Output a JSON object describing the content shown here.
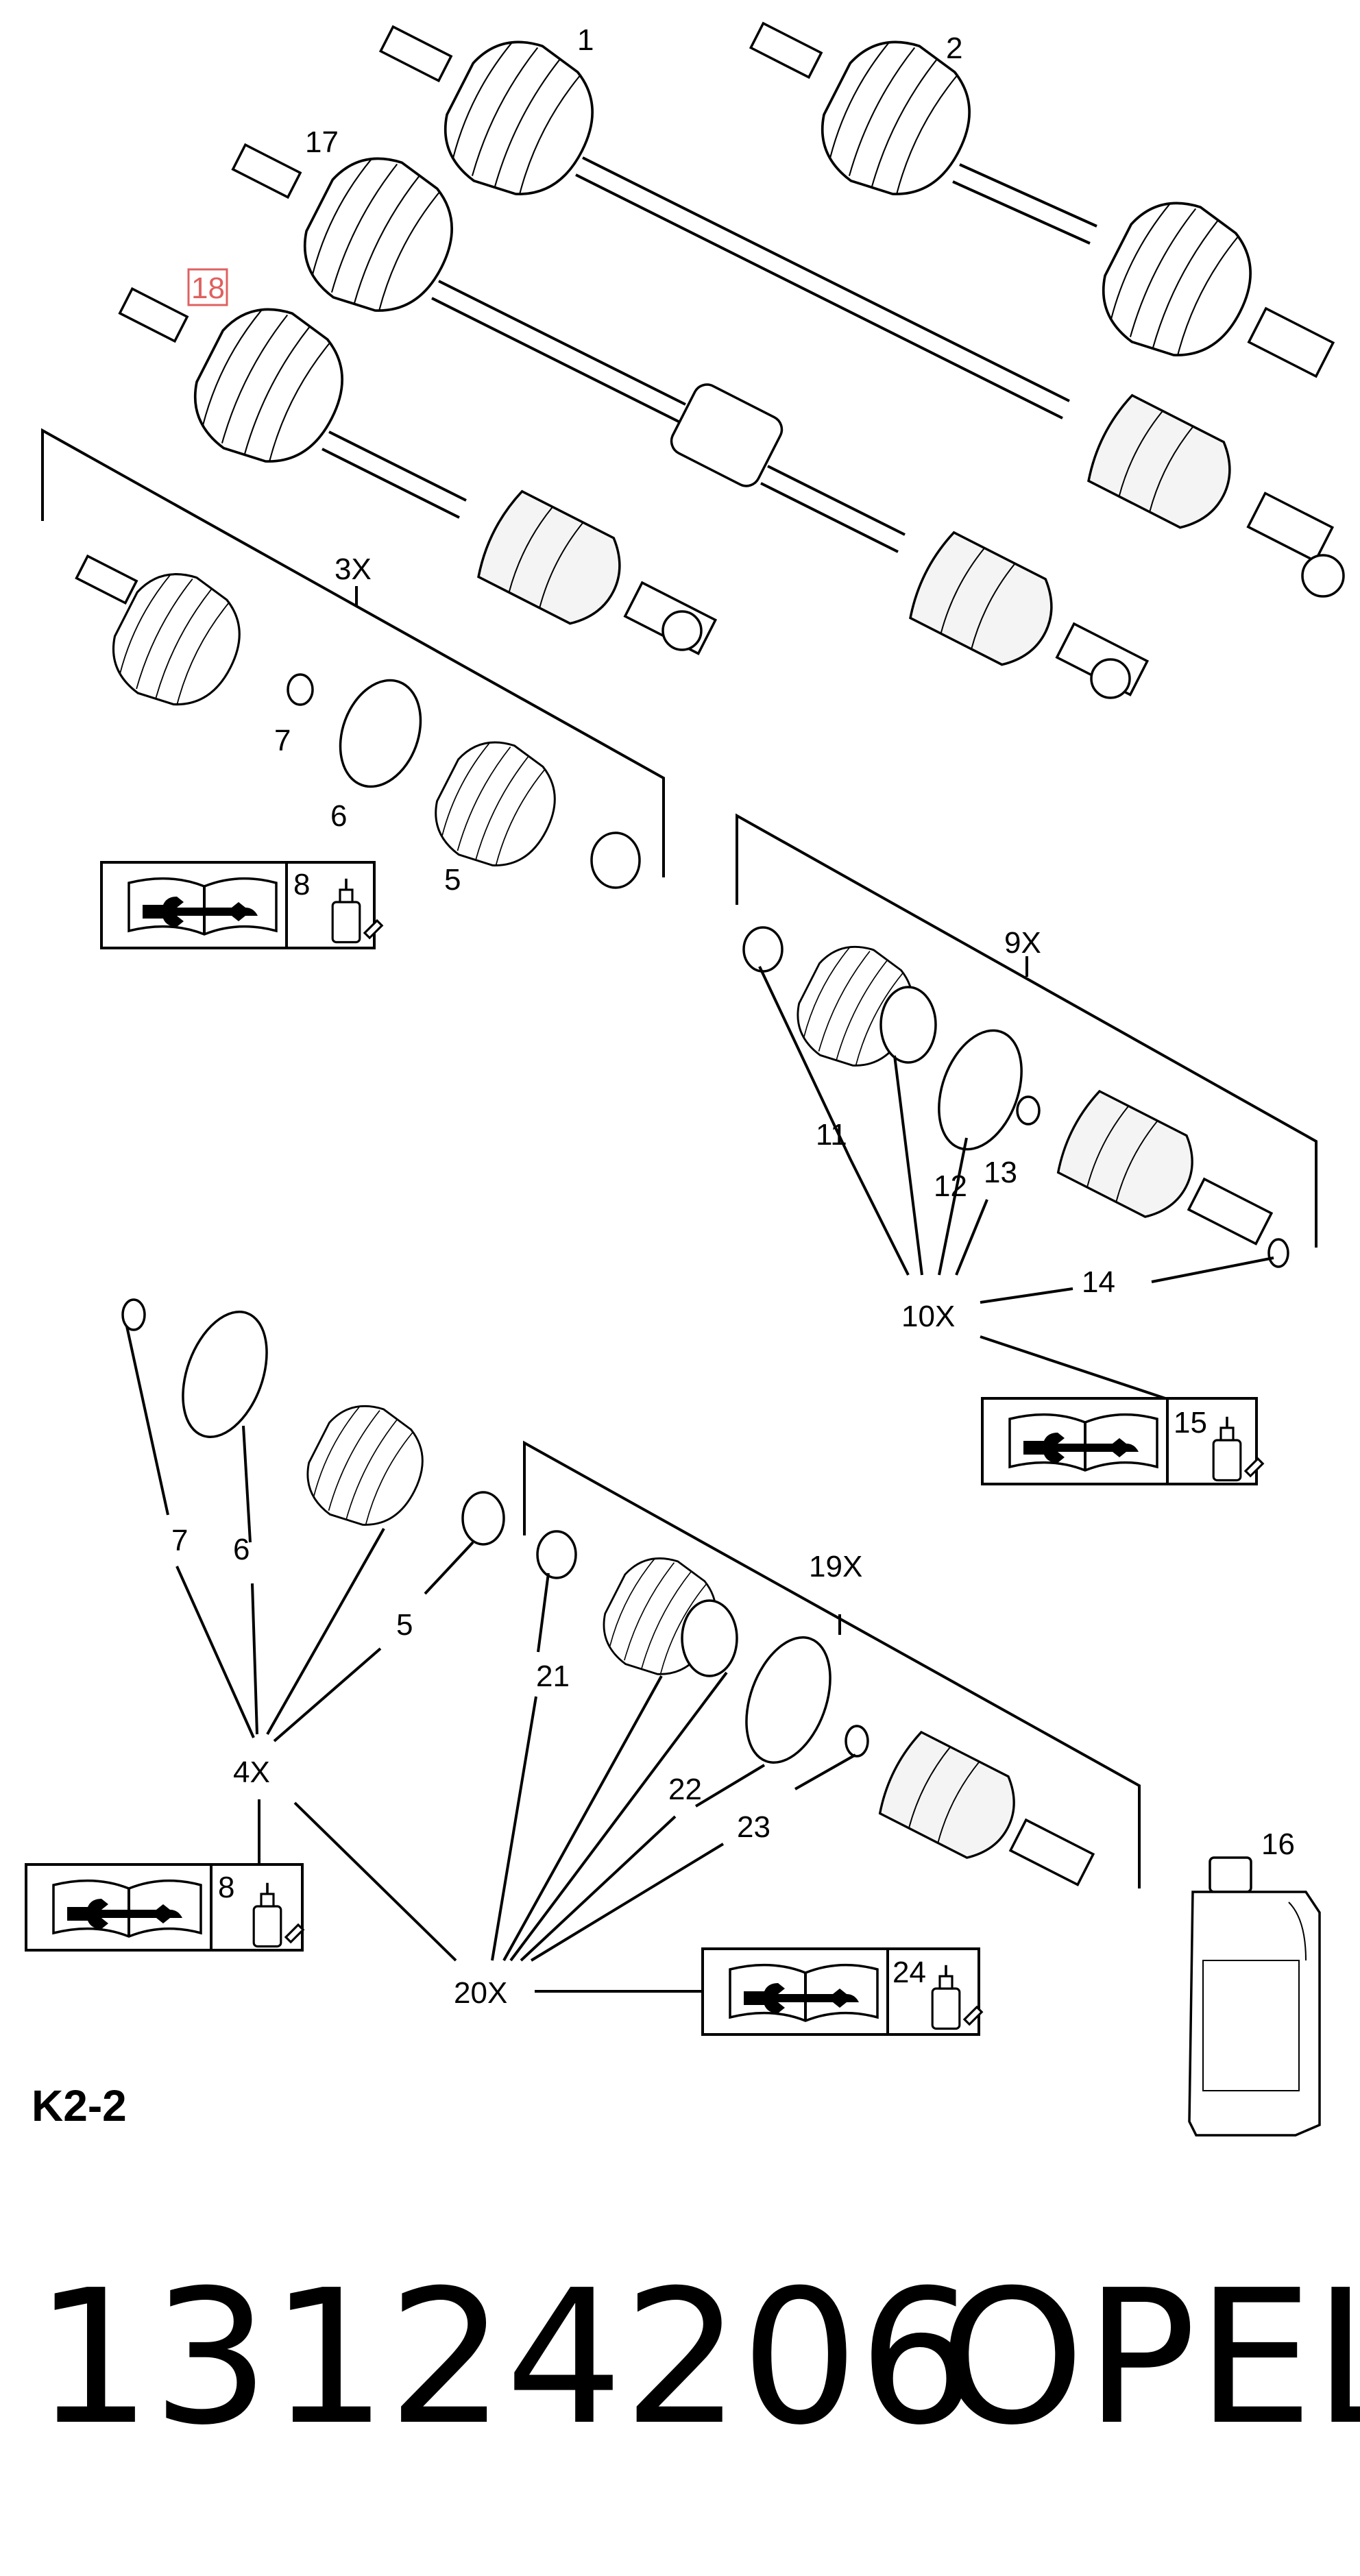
{
  "diagram": {
    "callouts": {
      "c1": "1",
      "c2": "2",
      "c17": "17",
      "c18": "18",
      "c3x": "3X",
      "c7a": "7",
      "c6a": "6",
      "c5a": "5",
      "c8a": "8",
      "c9x": "9X",
      "c11": "11",
      "c12": "12",
      "c13": "13",
      "c14": "14",
      "c10x": "10X",
      "c15": "15",
      "c7b": "7",
      "c6b": "6",
      "c5b": "5",
      "c4x": "4X",
      "c8b": "8",
      "c19x": "19X",
      "c21": "21",
      "c22": "22",
      "c23": "23",
      "c20x": "20X",
      "c24": "24",
      "c16": "16"
    },
    "highlight_color": "#e06060",
    "icons": {
      "manual": "service-manual-wrench-icon",
      "grease": "grease-tube-icon",
      "oil": "oil-bottle-icon"
    }
  },
  "sheet_code": "K2-2",
  "part_number": "13124206",
  "brand": "OPEL"
}
